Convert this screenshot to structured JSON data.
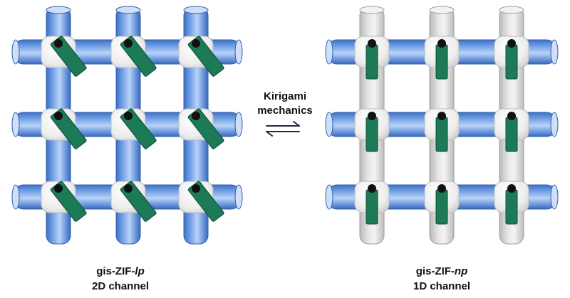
{
  "mechanism": {
    "line1": "Kirigami",
    "line2": "mechanics",
    "arrow": "reversible-arrows-icon"
  },
  "left_structure": {
    "name_prefix": "gis-ZIF-",
    "name_italic": "lp",
    "channel": "2D channel"
  },
  "right_structure": {
    "name_prefix": "gis-ZIF-",
    "name_italic": "np",
    "channel": "1D channel"
  },
  "colors": {
    "pore_blue": "#4a7fd8",
    "pore_highlight": "#b9d3f5",
    "tube_grey": "#d9d9d9",
    "linker_green": "#1c7a57",
    "node_white": "#f4f4f4",
    "arrow_navy": "#1f2a44"
  }
}
